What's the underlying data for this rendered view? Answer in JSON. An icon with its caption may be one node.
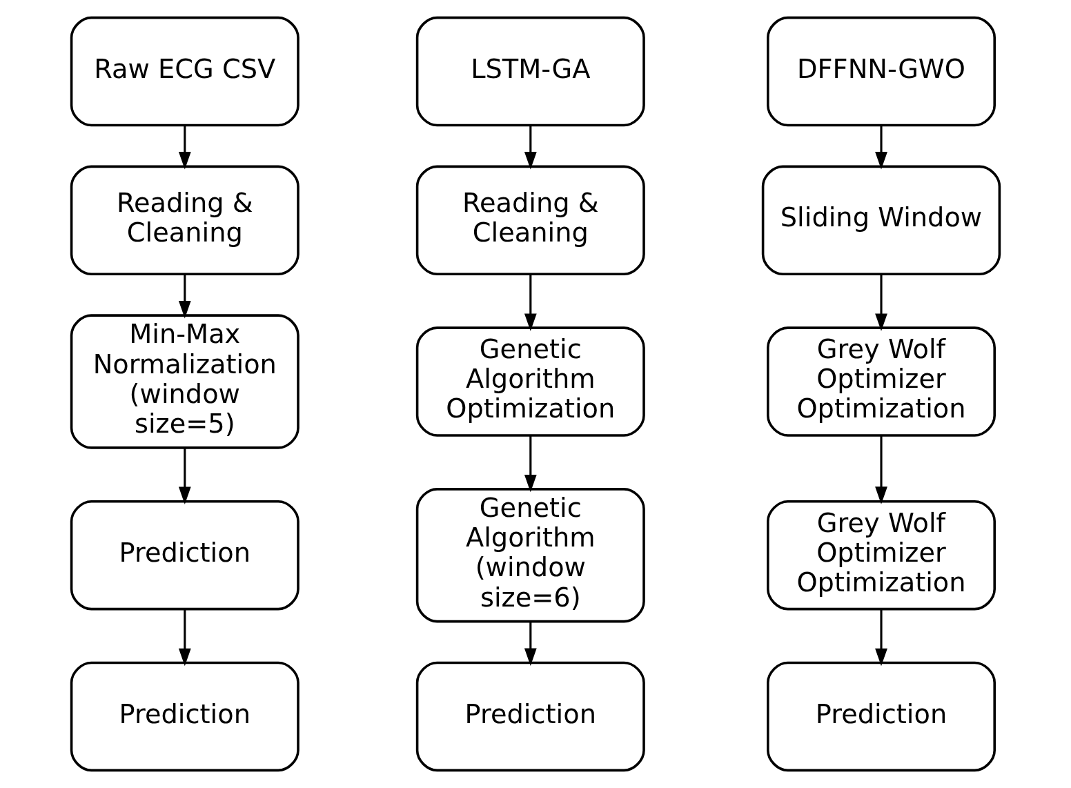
{
  "diagram": {
    "nodes": [
      {
        "text": [
          "Raw ECG CSV"
        ]
      },
      {
        "text": [
          "Reading & Cleaning"
        ]
      },
      {
        "text": [
          "Min-Max Normalization (window size=5)"
        ]
      },
      {
        "text": [
          "Prediction"
        ]
      },
      {
        "text": [
          "Prediction"
        ]
      },
      {
        "text": [
          "LSTM-GA"
        ]
      },
      {
        "text": [
          "Reading & Cleaning"
        ]
      },
      {
        "text": [
          "Genetic Algorithm Optimization"
        ]
      },
      {
        "text": [
          "Genetic Algorithm (window size=6)"
        ]
      },
      {
        "text": [
          "Prediction"
        ]
      },
      {
        "text": [
          "DFFNN-GWO"
        ]
      },
      {
        "text": [
          "Sliding Window"
        ]
      },
      {
        "text": [
          "Grey Wolf Optimizer Optimization"
        ]
      },
      {
        "text": [
          "Grey Wolf Optimizer Optimization"
        ]
      },
      {
        "text": [
          "Prediction"
        ]
      }
    ],
    "edges": [
      {
        "from": 0,
        "to": 1,
        "arrow": "to"
      },
      {
        "from": 1,
        "to": 2,
        "arrow": "to"
      },
      {
        "from": 2,
        "to": 3,
        "arrow": "to"
      },
      {
        "from": 3,
        "to": 4,
        "arrow": "to"
      },
      {
        "from": 5,
        "to": 6,
        "arrow": "to"
      },
      {
        "from": 6,
        "to": 7,
        "arrow": "to"
      },
      {
        "from": 7,
        "to": 8,
        "arrow": "to"
      },
      {
        "from": 8,
        "to": 9,
        "arrow": "to"
      },
      {
        "from": 10,
        "to": 11,
        "arrow": "to"
      },
      {
        "from": 11,
        "to": 12,
        "arrow": "to"
      },
      {
        "from": 12,
        "to": 13,
        "arrow": "to"
      },
      {
        "from": 13,
        "to": 14,
        "arrow": "to"
      }
    ]
  }
}
